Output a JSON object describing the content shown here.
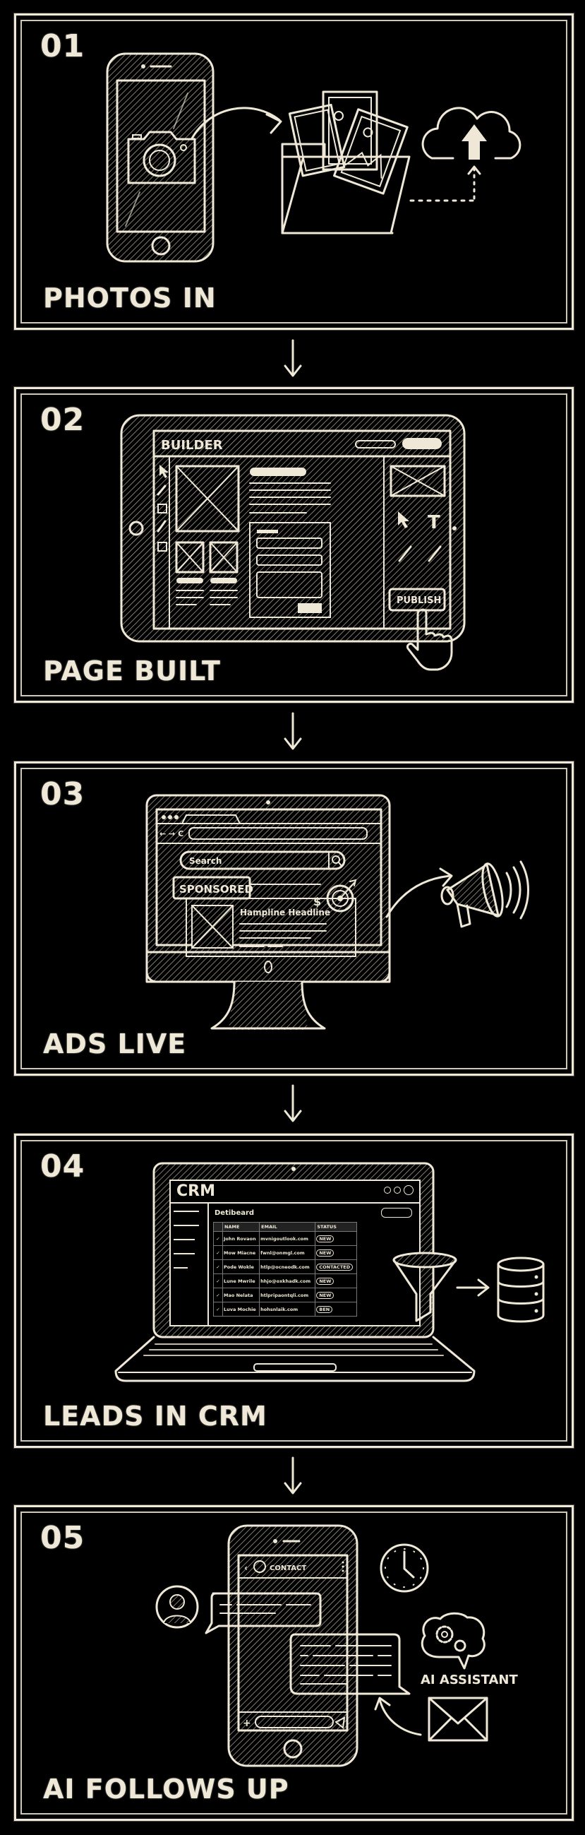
{
  "colors": {
    "background": "#000000",
    "chalk": "#efe8d6"
  },
  "steps": [
    {
      "number": "01",
      "label": "PHOTOS IN",
      "icons": [
        "smartphone-icon",
        "camera-icon",
        "curved-arrow-icon",
        "photo-folder-icon",
        "cloud-upload-icon"
      ]
    },
    {
      "number": "02",
      "label": "PAGE BUILT",
      "builder": {
        "title": "BUILDER",
        "publish_label": "PUBLISH"
      },
      "icons": [
        "tablet-icon",
        "cursor-icon",
        "text-tool-icon",
        "brush-icon",
        "pipette-icon",
        "pointing-hand-icon"
      ]
    },
    {
      "number": "03",
      "label": "ADS LIVE",
      "browser": {
        "search_placeholder": "Search",
        "sponsored_badge": "SPONSORED",
        "ad_headline": "Hampline Headline",
        "currency_symbol": "$"
      },
      "icons": [
        "monitor-icon",
        "target-icon",
        "megaphone-icon"
      ]
    },
    {
      "number": "04",
      "label": "LEADS IN CRM",
      "crm": {
        "title": "CRM",
        "section_title": "Detibeard",
        "columns": [
          "NAME",
          "EMAIL",
          "STATUS"
        ],
        "rows": [
          {
            "name": "John Rovaon",
            "email": "mvnigoutlook.com",
            "status": "NEW"
          },
          {
            "name": "Mow Miacne",
            "email": "fwnl@onmgl.com",
            "status": "NEW"
          },
          {
            "name": "Pode Wokle",
            "email": "htlp@ocneodk.com",
            "status": "CONTACTED"
          },
          {
            "name": "Lune Mwrile",
            "email": "hhjo@oxkhadk.com",
            "status": "NEW"
          },
          {
            "name": "Mao Nelata",
            "email": "htlpripaontqli.com",
            "status": "NEW"
          },
          {
            "name": "Luva Mochie",
            "email": "hohsnlaik.com",
            "status": "BEN"
          }
        ]
      },
      "icons": [
        "laptop-icon",
        "funnel-icon",
        "database-icon"
      ]
    },
    {
      "number": "05",
      "label": "AI FOLLOWS UP",
      "chat": {
        "contact_label": "CONTACT",
        "assistant_label": "AI ASSISTANT"
      },
      "icons": [
        "smartphone-icon",
        "user-avatar-icon",
        "clock-icon",
        "ai-brain-gears-icon",
        "envelope-icon"
      ]
    }
  ]
}
